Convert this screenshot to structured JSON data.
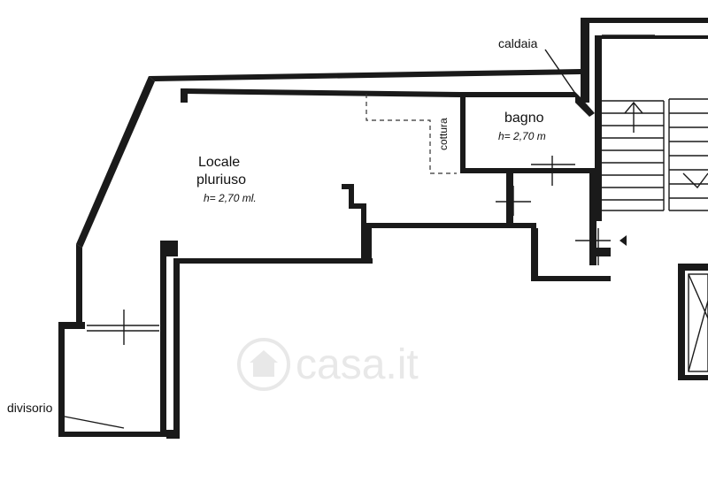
{
  "rooms": {
    "locale": {
      "name_line1": "Locale",
      "name_line2": "pluriuso",
      "height": "h= 2,70 ml."
    },
    "bagno": {
      "name": "bagno",
      "height": "h= 2,70 m"
    },
    "cottura": {
      "name": "cottura"
    },
    "caldaia": {
      "name": "caldaia"
    }
  },
  "annotations": {
    "divisorio": "divisorio"
  },
  "watermark": {
    "text": "casa.it",
    "icon": "house-icon"
  },
  "colors": {
    "wall": "#1a1a1a",
    "watermark": "#e6e6e6"
  }
}
